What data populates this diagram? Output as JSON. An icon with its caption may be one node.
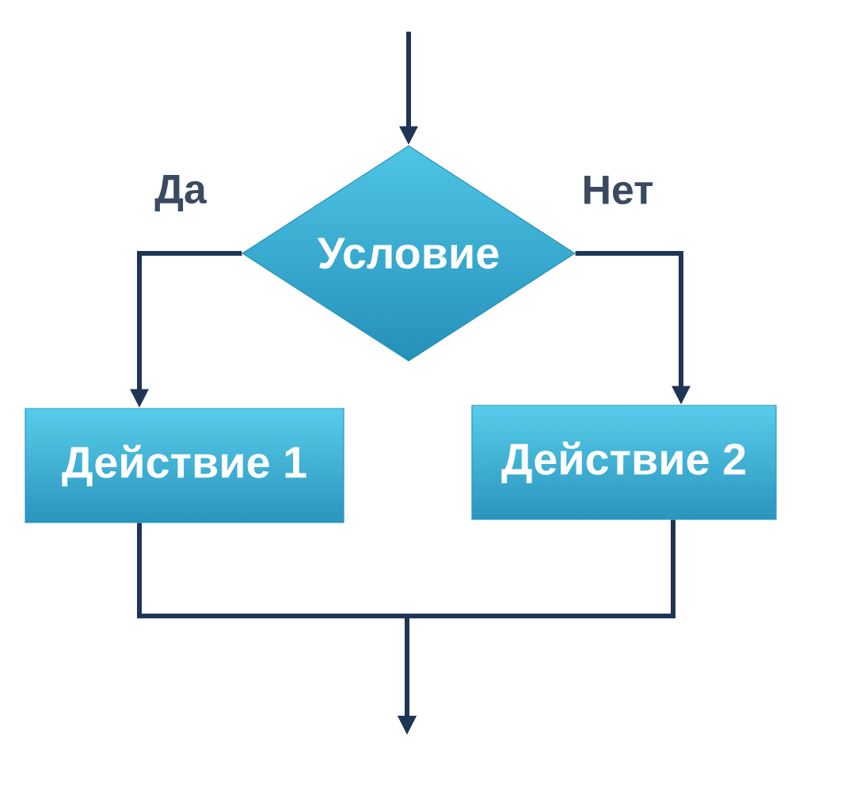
{
  "diagram": {
    "nodes": [
      {
        "text": [
          "Условие"
        ]
      },
      {
        "text": [
          "Действие 1"
        ]
      },
      {
        "text": [
          "Действие 2"
        ]
      }
    ],
    "edges": [
      {
        "from": null,
        "to": 0,
        "arrow": "to"
      },
      {
        "from": 0,
        "to": 1,
        "arrow": "to",
        "label": "Да"
      },
      {
        "from": 0,
        "to": 2,
        "arrow": "to",
        "label": "Нет"
      },
      {
        "from": 1,
        "to": null,
        "arrow": "to"
      },
      {
        "from": 2,
        "to": null,
        "arrow": "to"
      }
    ]
  }
}
